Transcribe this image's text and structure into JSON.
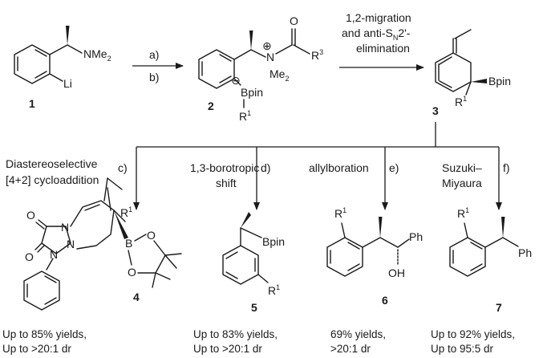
{
  "compounds": {
    "c1": {
      "number": "1",
      "nme2": "NMe",
      "nme2_sub": "2",
      "li": "Li"
    },
    "c2": {
      "number": "2",
      "plus": "⊕",
      "minus": "⊖",
      "n": "N",
      "me2": "Me",
      "me2_sub": "2",
      "o": "O",
      "r3": "R",
      "r3_sup": "3",
      "bpin": "Bpin",
      "r1": "R",
      "r1_sup": "1"
    },
    "c3": {
      "number": "3",
      "bpin": "Bpin",
      "r1": "R",
      "r1_sup": "1"
    },
    "c4": {
      "number": "4",
      "r1": "R",
      "r1_sup": "1",
      "o_top": "O",
      "o_bottom": "O",
      "n_left": "N",
      "n_center": "N",
      "n_right": "N",
      "b": "B",
      "o_ring_top": "O",
      "o_ring_bottom": "O"
    },
    "c5": {
      "number": "5",
      "bpin": "Bpin",
      "r1": "R",
      "r1_sup": "1"
    },
    "c6": {
      "number": "6",
      "r1": "R",
      "r1_sup": "1",
      "ph": "Ph",
      "oh": "OH"
    },
    "c7": {
      "number": "7",
      "r1": "R",
      "r1_sup": "1",
      "ph": "Ph"
    }
  },
  "steps": {
    "a": "a)",
    "b": "b)",
    "mech_line1": "1,2-migration",
    "mech_line2": "and anti-S",
    "mech_line2_sub": "N",
    "mech_line2_tail": "2'-",
    "mech_line3": "elimination",
    "c": "c)",
    "c_line1": "Diastereoselective",
    "c_line2": "[4+2] cycloaddition",
    "d": "d)",
    "d_line1": "1,3-borotropic",
    "d_line2": "shift",
    "e": "e)",
    "e_line1": "allylboration",
    "f": "f)",
    "f_line1": "Suzuki–",
    "f_line2": "Miyaura"
  },
  "results": {
    "r4_line1": "Up to 85% yields,",
    "r4_line2": "Up to >20:1 dr",
    "r5_line1": "Up to 83% yields,",
    "r5_line2": "Up to >20:1 dr",
    "r6_line1": "69% yields,",
    "r6_line2": ">20:1  dr",
    "r7_line1": "Up to  92% yields,",
    "r7_line2": "Up to 95:5 dr"
  }
}
